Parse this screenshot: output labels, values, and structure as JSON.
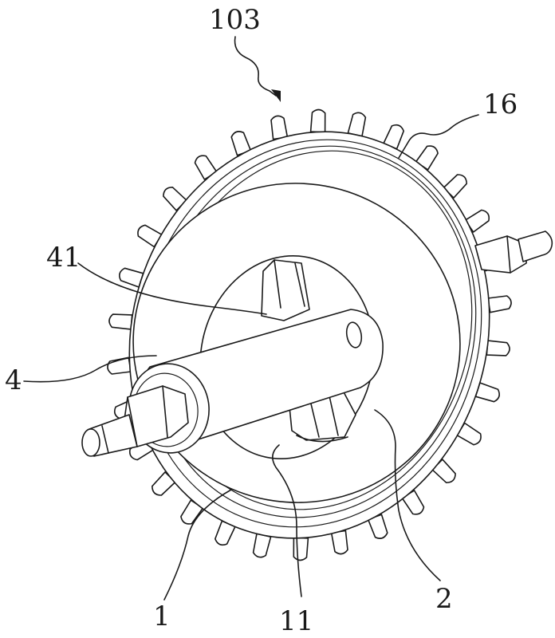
{
  "figure": {
    "labels": {
      "assembly": "103",
      "sprocket_ring": "16",
      "sleeve": "41",
      "shaft": "4",
      "disc": "1",
      "hub": "11",
      "bearing": "2"
    },
    "sprocket_teeth_count": 30,
    "line_color": "#1a1a1a",
    "background": "#ffffff"
  }
}
